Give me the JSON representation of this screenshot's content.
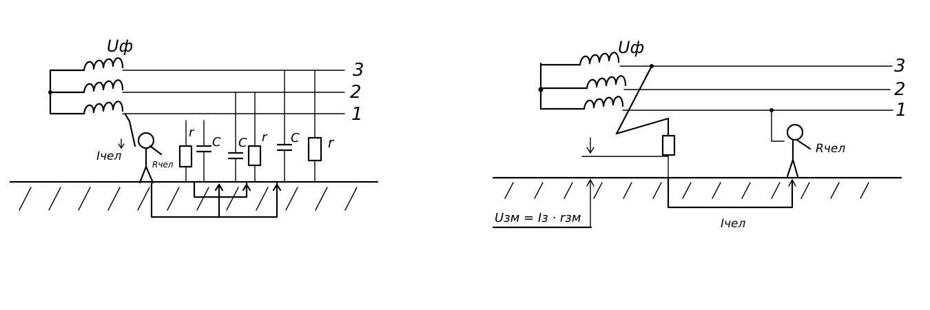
{
  "left": {
    "inductance_label": "Uф",
    "line_labels": [
      "3",
      "2",
      "1"
    ],
    "current_label": "Iчел",
    "body_resistance_label": "Rчел",
    "component_labels": [
      "r",
      "C",
      "C",
      "r",
      "C",
      "r"
    ]
  },
  "right": {
    "inductance_label": "Uф",
    "line_labels": [
      "3",
      "2",
      "1"
    ],
    "body_resistance_label": "Rчел",
    "current_label": "Iчел",
    "voltage_formula": "Uзм = Iз · rзм"
  },
  "colors": {
    "ink": "#000000",
    "paper": "#ffffff"
  }
}
